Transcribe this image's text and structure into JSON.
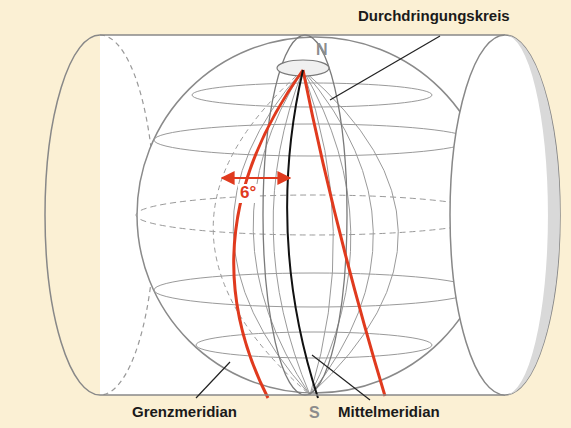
{
  "diagram": {
    "labels": [
      "Durchdringungskreis",
      "N",
      "6°",
      "S",
      "Grenzmeridian",
      "Mittelmeridian"
    ]
  }
}
